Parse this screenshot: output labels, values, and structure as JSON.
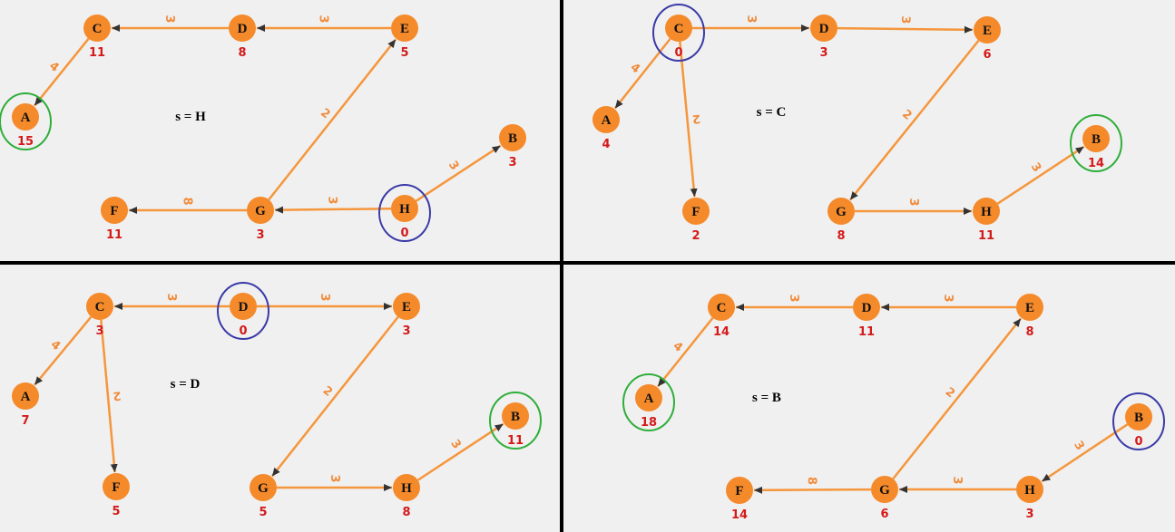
{
  "colors": {
    "background": "#f0f0f0",
    "node_fill": "#f58a2b",
    "edge": "#f5963c",
    "weight": "#f08c3c",
    "distance": "#d41a1a",
    "source_ring": "#3a3aa8",
    "target_ring": "#2fae3a",
    "divider": "#000000"
  },
  "panels": [
    {
      "id": "h",
      "source_label": "s = H",
      "nodes": [
        {
          "id": "C",
          "label": "C",
          "dist": "11"
        },
        {
          "id": "D",
          "label": "D",
          "dist": "8"
        },
        {
          "id": "E",
          "label": "E",
          "dist": "5"
        },
        {
          "id": "A",
          "label": "A",
          "dist": "15"
        },
        {
          "id": "B",
          "label": "B",
          "dist": "3"
        },
        {
          "id": "F",
          "label": "F",
          "dist": "11"
        },
        {
          "id": "G",
          "label": "G",
          "dist": "3"
        },
        {
          "id": "H",
          "label": "H",
          "dist": "0"
        }
      ],
      "edges": [
        {
          "from": "D",
          "to": "C",
          "weight": "3"
        },
        {
          "from": "E",
          "to": "D",
          "weight": "3"
        },
        {
          "from": "C",
          "to": "A",
          "weight": "4"
        },
        {
          "from": "G",
          "to": "E",
          "weight": "2"
        },
        {
          "from": "H",
          "to": "B",
          "weight": "3"
        },
        {
          "from": "H",
          "to": "G",
          "weight": "3"
        },
        {
          "from": "G",
          "to": "F",
          "weight": "8"
        }
      ],
      "source": "H",
      "target": "A"
    },
    {
      "id": "c",
      "source_label": "s = C",
      "nodes": [
        {
          "id": "C",
          "label": "C",
          "dist": "0"
        },
        {
          "id": "D",
          "label": "D",
          "dist": "3"
        },
        {
          "id": "E",
          "label": "E",
          "dist": "6"
        },
        {
          "id": "A",
          "label": "A",
          "dist": "4"
        },
        {
          "id": "B",
          "label": "B",
          "dist": "14"
        },
        {
          "id": "F",
          "label": "F",
          "dist": "2"
        },
        {
          "id": "G",
          "label": "G",
          "dist": "8"
        },
        {
          "id": "H",
          "label": "H",
          "dist": "11"
        }
      ],
      "edges": [
        {
          "from": "C",
          "to": "D",
          "weight": "3"
        },
        {
          "from": "D",
          "to": "E",
          "weight": "3"
        },
        {
          "from": "C",
          "to": "A",
          "weight": "4"
        },
        {
          "from": "C",
          "to": "F",
          "weight": "2"
        },
        {
          "from": "E",
          "to": "G",
          "weight": "2"
        },
        {
          "from": "G",
          "to": "H",
          "weight": "3"
        },
        {
          "from": "H",
          "to": "B",
          "weight": "3"
        }
      ],
      "source": "C",
      "target": "B"
    },
    {
      "id": "d",
      "source_label": "s = D",
      "nodes": [
        {
          "id": "C",
          "label": "C",
          "dist": "3"
        },
        {
          "id": "D",
          "label": "D",
          "dist": "0"
        },
        {
          "id": "E",
          "label": "E",
          "dist": "3"
        },
        {
          "id": "A",
          "label": "A",
          "dist": "7"
        },
        {
          "id": "B",
          "label": "B",
          "dist": "11"
        },
        {
          "id": "F",
          "label": "F",
          "dist": "5"
        },
        {
          "id": "G",
          "label": "G",
          "dist": "5"
        },
        {
          "id": "H",
          "label": "H",
          "dist": "8"
        }
      ],
      "edges": [
        {
          "from": "D",
          "to": "C",
          "weight": "3"
        },
        {
          "from": "D",
          "to": "E",
          "weight": "3"
        },
        {
          "from": "C",
          "to": "A",
          "weight": "4"
        },
        {
          "from": "C",
          "to": "F",
          "weight": "2"
        },
        {
          "from": "E",
          "to": "G",
          "weight": "2"
        },
        {
          "from": "G",
          "to": "H",
          "weight": "3"
        },
        {
          "from": "H",
          "to": "B",
          "weight": "3"
        }
      ],
      "source": "D",
      "target": "B"
    },
    {
      "id": "b",
      "source_label": "s = B",
      "nodes": [
        {
          "id": "C",
          "label": "C",
          "dist": "14"
        },
        {
          "id": "D",
          "label": "D",
          "dist": "11"
        },
        {
          "id": "E",
          "label": "E",
          "dist": "8"
        },
        {
          "id": "A",
          "label": "A",
          "dist": "18"
        },
        {
          "id": "B",
          "label": "B",
          "dist": "0"
        },
        {
          "id": "F",
          "label": "F",
          "dist": "14"
        },
        {
          "id": "G",
          "label": "G",
          "dist": "6"
        },
        {
          "id": "H",
          "label": "H",
          "dist": "3"
        }
      ],
      "edges": [
        {
          "from": "D",
          "to": "C",
          "weight": "3"
        },
        {
          "from": "E",
          "to": "D",
          "weight": "3"
        },
        {
          "from": "C",
          "to": "A",
          "weight": "4"
        },
        {
          "from": "G",
          "to": "E",
          "weight": "2"
        },
        {
          "from": "B",
          "to": "H",
          "weight": "3"
        },
        {
          "from": "H",
          "to": "G",
          "weight": "3"
        },
        {
          "from": "G",
          "to": "F",
          "weight": "8"
        }
      ],
      "source": "B",
      "target": "A"
    }
  ]
}
